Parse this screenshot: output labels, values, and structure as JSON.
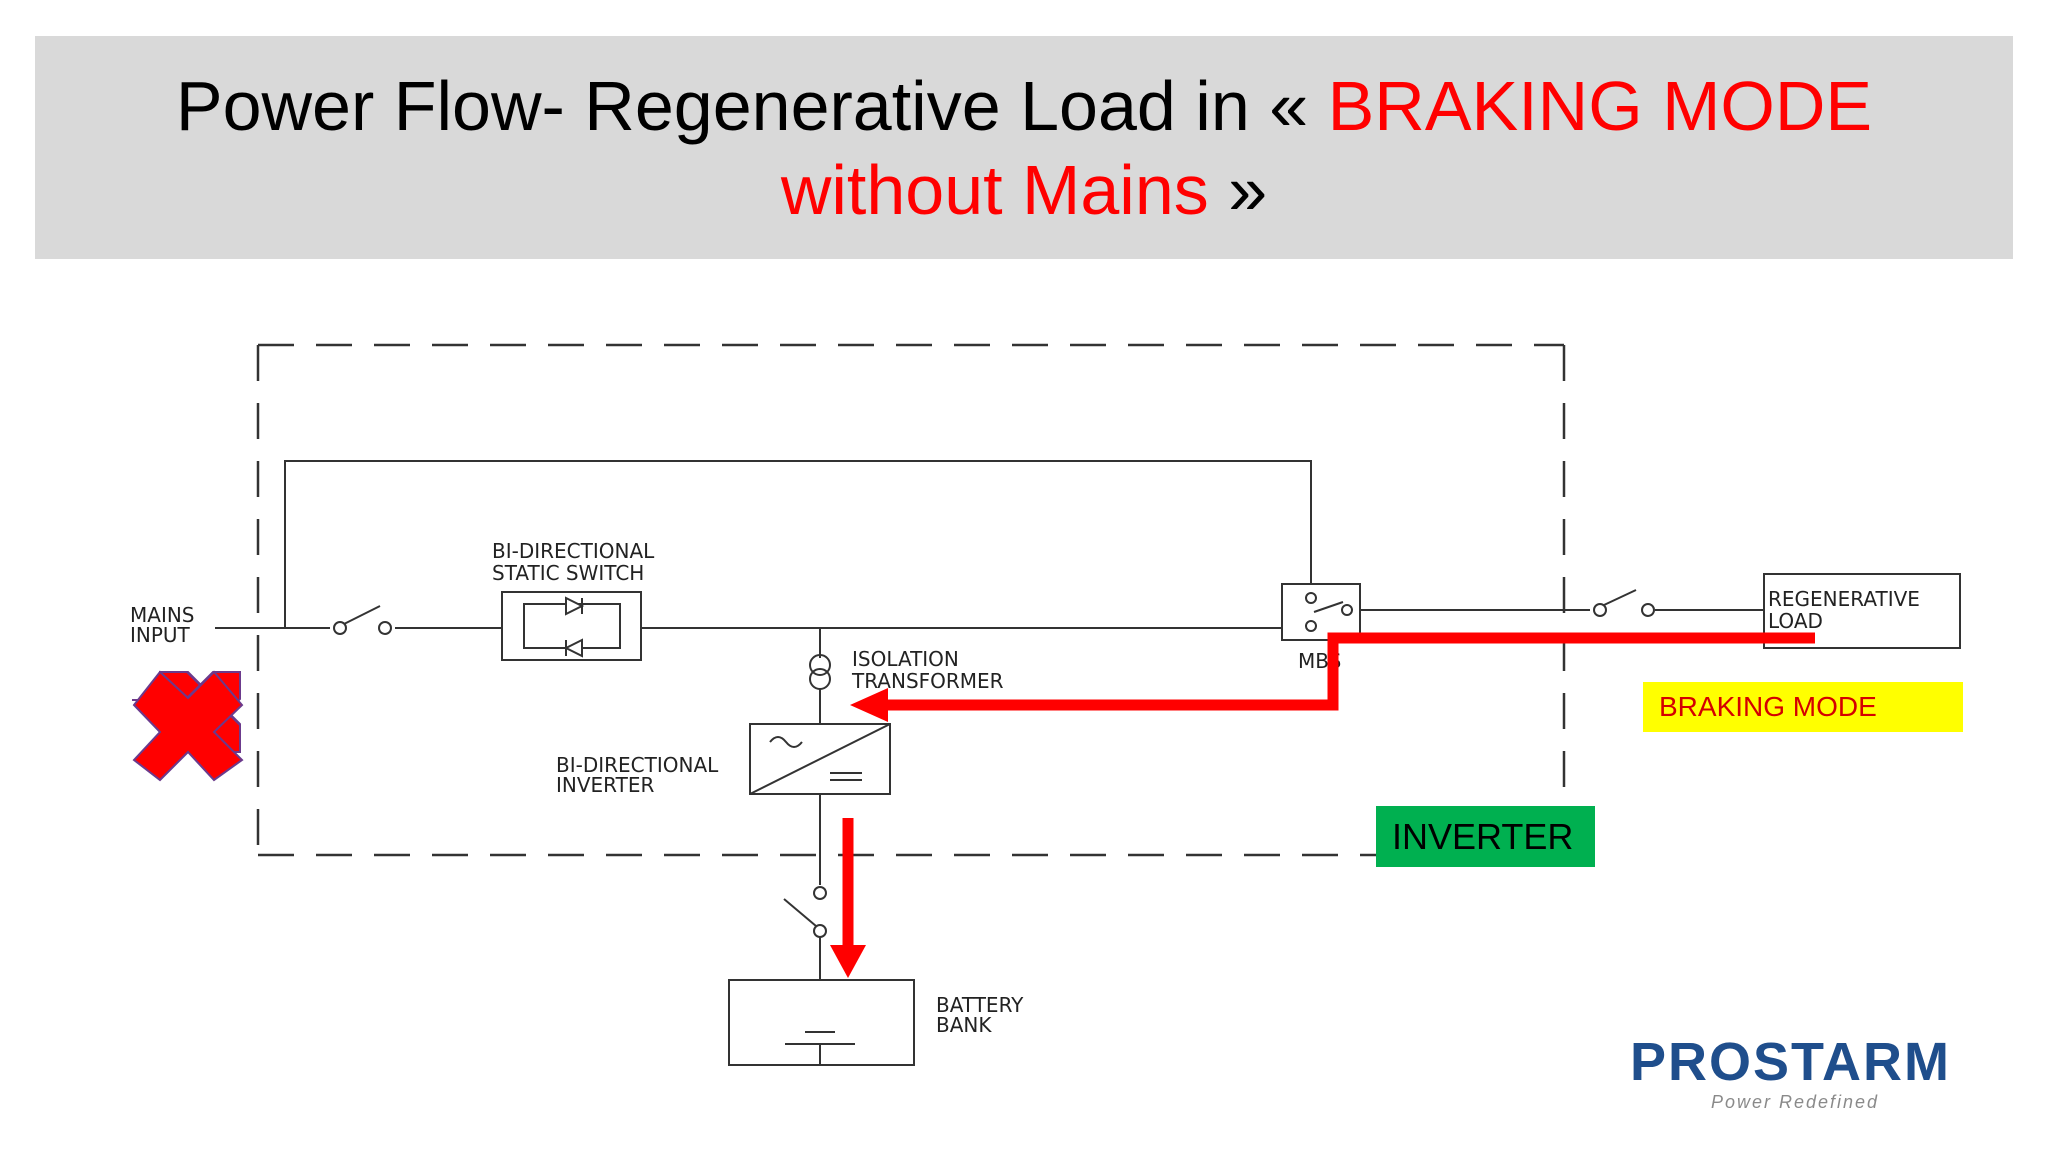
{
  "title": {
    "part1": "Power Flow- Regenerative Load in « ",
    "part2": "BRAKING MODE",
    "part3": "without Mains",
    "part4": " »"
  },
  "labels": {
    "mains_input_1": "MAINS",
    "mains_input_2": "INPUT",
    "static_switch_1": "BI-DIRECTIONAL",
    "static_switch_2": "STATIC SWITCH",
    "isolation_1": "ISOLATION",
    "isolation_2": "TRANSFORMER",
    "inverter_1": "BI-DIRECTIONAL",
    "inverter_2": "INVERTER",
    "battery_1": "BATTERY",
    "battery_2": "BANK",
    "regen_1": "REGENERATIVE",
    "regen_2": "LOAD",
    "mbs": "MBS"
  },
  "tags": {
    "braking_mode": "BRAKING MODE",
    "inverter": "INVERTER"
  },
  "logo": {
    "name": "PROSTARM",
    "tagline": "Power Redefined"
  },
  "colors": {
    "title_band": "#d9d9d9",
    "accent_red": "#ff0000",
    "braking_tag_bg": "#ffff00",
    "inverter_tag_bg": "#00b050",
    "logo_blue": "#1f4e8c"
  }
}
